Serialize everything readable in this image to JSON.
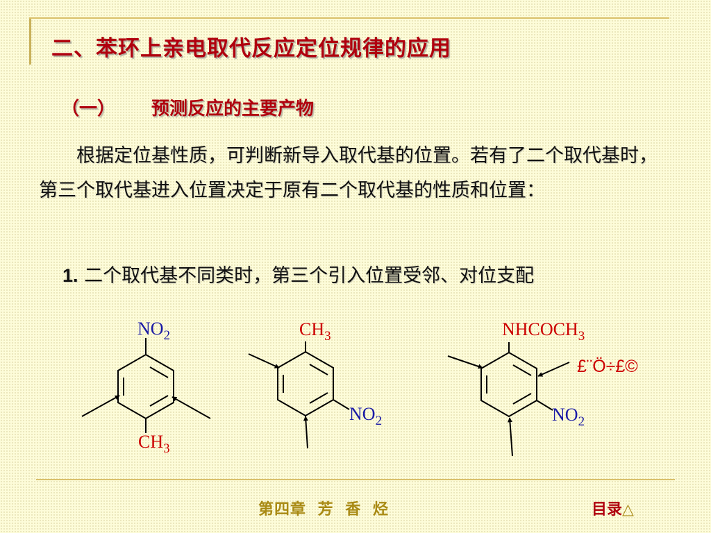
{
  "header": {
    "title": "二、苯环上亲电取代反应定位规律的应用"
  },
  "section": {
    "marker": "（一）",
    "heading": "预测反应的主要产物"
  },
  "body": {
    "paragraph": "根据定位基性质，可判断新导入取代基的位置。若有了二个取代基时，第三个取代基进入位置决定于原有二个取代基的性质和位置：",
    "rule_number": "1.",
    "rule_text": "二个取代基不同类时，第三个引入位置受邻、对位支配"
  },
  "molecules": [
    {
      "top_group": "NO",
      "top_sub": "2",
      "bottom_group": "CH",
      "bottom_sub": "3"
    },
    {
      "top_group": "CH",
      "top_sub": "3",
      "side_group": "NO",
      "side_sub": "2"
    },
    {
      "top_group": "NHCOCH",
      "top_sub": "3",
      "side_group": "NO",
      "side_sub": "2",
      "annotation": "£¨Ö÷£©"
    }
  ],
  "footer": {
    "chapter": "第四章 芳 香 烃",
    "toc_label": "目录",
    "toc_icon": "△"
  },
  "colors": {
    "background": "#fdfcd9",
    "title": "#b0000e",
    "label_blue": "#1a1aa6",
    "label_red": "#cc0000",
    "footer_gold": "#a98a14"
  }
}
